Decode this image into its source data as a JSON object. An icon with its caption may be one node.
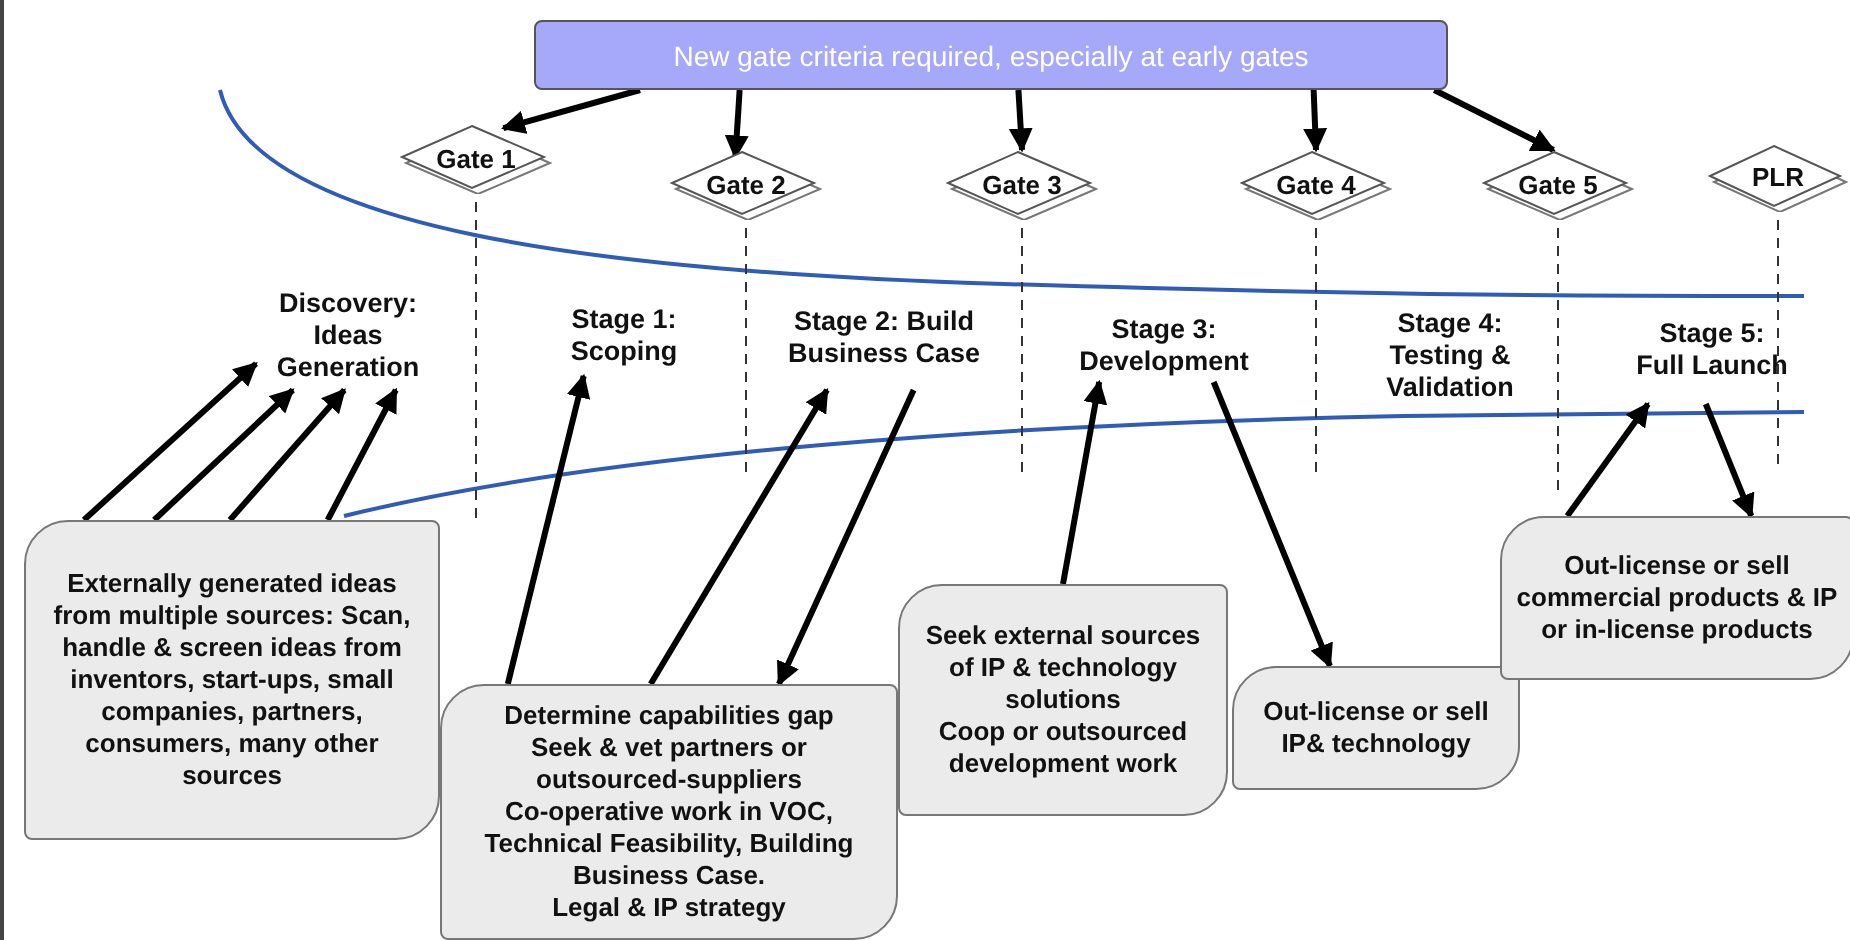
{
  "diagram": {
    "nodes": [
      {
        "text": [
          "New gate criteria required, especially at early gates"
        ]
      },
      {
        "text": [
          "Gate 1"
        ]
      },
      {
        "text": [
          "Gate 2"
        ]
      },
      {
        "text": [
          "Gate 3"
        ]
      },
      {
        "text": [
          "Gate 4"
        ]
      },
      {
        "text": [
          "Gate 5"
        ]
      },
      {
        "text": [
          "PLR"
        ]
      },
      {
        "text": [
          "Discovery: Ideas Generation"
        ]
      },
      {
        "text": [
          "Stage 1: Scoping"
        ]
      },
      {
        "text": [
          "Stage 2: Build Business Case"
        ]
      },
      {
        "text": [
          "Stage 3: Development"
        ]
      },
      {
        "text": [
          "Stage 4: Testing & Validation"
        ]
      },
      {
        "text": [
          "Stage 5: Full Launch"
        ]
      },
      {
        "text": [
          "Externally generated ideas from multiple sources: Scan, handle & screen ideas from inventors, start-ups, small companies, partners, consumers, many other sources"
        ]
      },
      {
        "text": [
          "Determine capabilities gap",
          "Seek & vet partners or outsourced-suppliers",
          "Co-operative work in VOC, Technical Feasibility, Building Business Case.",
          "Legal & IP strategy"
        ]
      },
      {
        "text": [
          "Seek  external sources of IP & technology solutions",
          "Coop or outsourced development work"
        ]
      },
      {
        "text": [
          "Out-license or sell IP& technology"
        ]
      },
      {
        "text": [
          "Out-license or sell commercial products & IP or in-license products"
        ]
      }
    ],
    "edges": [
      {
        "from": 0,
        "to": 1,
        "arrow": "to"
      },
      {
        "from": 0,
        "to": 2,
        "arrow": "to"
      },
      {
        "from": 0,
        "to": 3,
        "arrow": "to"
      },
      {
        "from": 0,
        "to": 4,
        "arrow": "to"
      },
      {
        "from": 0,
        "to": 5,
        "arrow": "to"
      },
      {
        "from": 13,
        "to": 7,
        "arrow": "to"
      },
      {
        "from": 13,
        "to": 7,
        "arrow": "to"
      },
      {
        "from": 13,
        "to": 7,
        "arrow": "to"
      },
      {
        "from": 13,
        "to": 7,
        "arrow": "to"
      },
      {
        "from": 14,
        "to": 8,
        "arrow": "to"
      },
      {
        "from": 14,
        "to": 9,
        "arrow": "to"
      },
      {
        "from": 9,
        "to": 14,
        "arrow": "to"
      },
      {
        "from": 15,
        "to": 10,
        "arrow": "to"
      },
      {
        "from": 10,
        "to": 16,
        "arrow": "to"
      },
      {
        "from": 17,
        "to": 12,
        "arrow": "to"
      },
      {
        "from": 12,
        "to": 17,
        "arrow": "to"
      }
    ]
  }
}
